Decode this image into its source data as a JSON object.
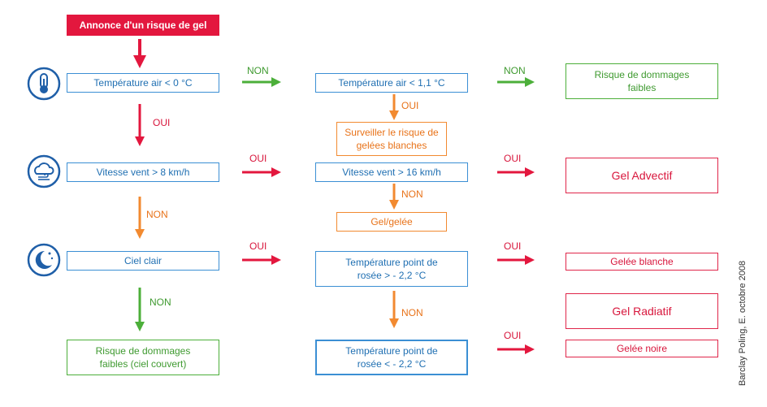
{
  "start": "Annonce d'un risque de gel",
  "col1": {
    "temp": "Température air < 0 °C",
    "wind": "Vitesse vent > 8 km/h",
    "sky": "Ciel clair",
    "low_risk": "Risque de dommages faibles (ciel couvert)"
  },
  "col2": {
    "temp": "Température air < 1,1 °C",
    "watch": "Surveiller le risque de gelées blanches",
    "wind": "Vitesse vent > 16 km/h",
    "gel": "Gel/gelée",
    "dew_high": "Température point de rosée > - 2,2 °C",
    "dew_low": "Température point de rosée < - 2,2 °C"
  },
  "col3": {
    "low_risk": "Risque de dommages faibles",
    "advectif": "Gel Advectif",
    "blanche": "Gelée blanche",
    "radiatif": "Gel Radiatif",
    "noire": "Gelée noire"
  },
  "labels": {
    "non": "NON",
    "oui": "OUI"
  },
  "credit": "Barclay Poling, E. octobre 2008",
  "colors": {
    "red": "#e3173e",
    "green": "#4caf3a",
    "orange": "#f28a30",
    "blue": "#3b8fd4"
  },
  "icons": [
    "thermometer-icon",
    "wind-cloud-icon",
    "moon-stars-icon"
  ]
}
